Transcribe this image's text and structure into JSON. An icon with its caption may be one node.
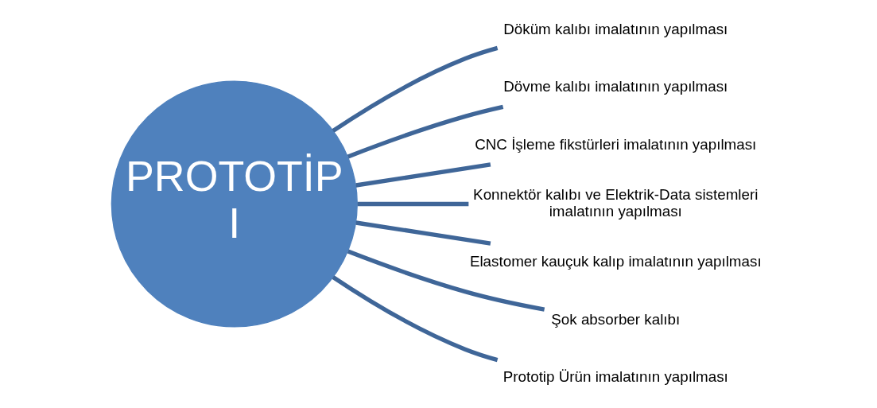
{
  "diagram": {
    "nodes": [
      {
        "text": [
          "PROTOTİP I"
        ]
      },
      {
        "text": [
          "Döküm kalıbı imalatının yapılması"
        ]
      },
      {
        "text": [
          "Dövme kalıbı imalatının yapılması"
        ]
      },
      {
        "text": [
          "CNC İşleme fikstürleri imalatının yapılması"
        ]
      },
      {
        "text": [
          "Konnektör kalıbı ve Elektrik-Data sistemleri imalatının yapılması"
        ]
      },
      {
        "text": [
          "Elastomer kauçuk kalıp imalatının yapılması"
        ]
      },
      {
        "text": [
          "Şok absorber kalıbı"
        ]
      },
      {
        "text": [
          "Prototip Ürün imalatının yapılması"
        ]
      }
    ],
    "edges": [
      {
        "from": 0,
        "to": 1,
        "arrow": "none"
      },
      {
        "from": 0,
        "to": 2,
        "arrow": "none"
      },
      {
        "from": 0,
        "to": 3,
        "arrow": "none"
      },
      {
        "from": 0,
        "to": 4,
        "arrow": "none"
      },
      {
        "from": 0,
        "to": 5,
        "arrow": "none"
      },
      {
        "from": 0,
        "to": 6,
        "arrow": "none"
      },
      {
        "from": 0,
        "to": 7,
        "arrow": "none"
      }
    ]
  }
}
